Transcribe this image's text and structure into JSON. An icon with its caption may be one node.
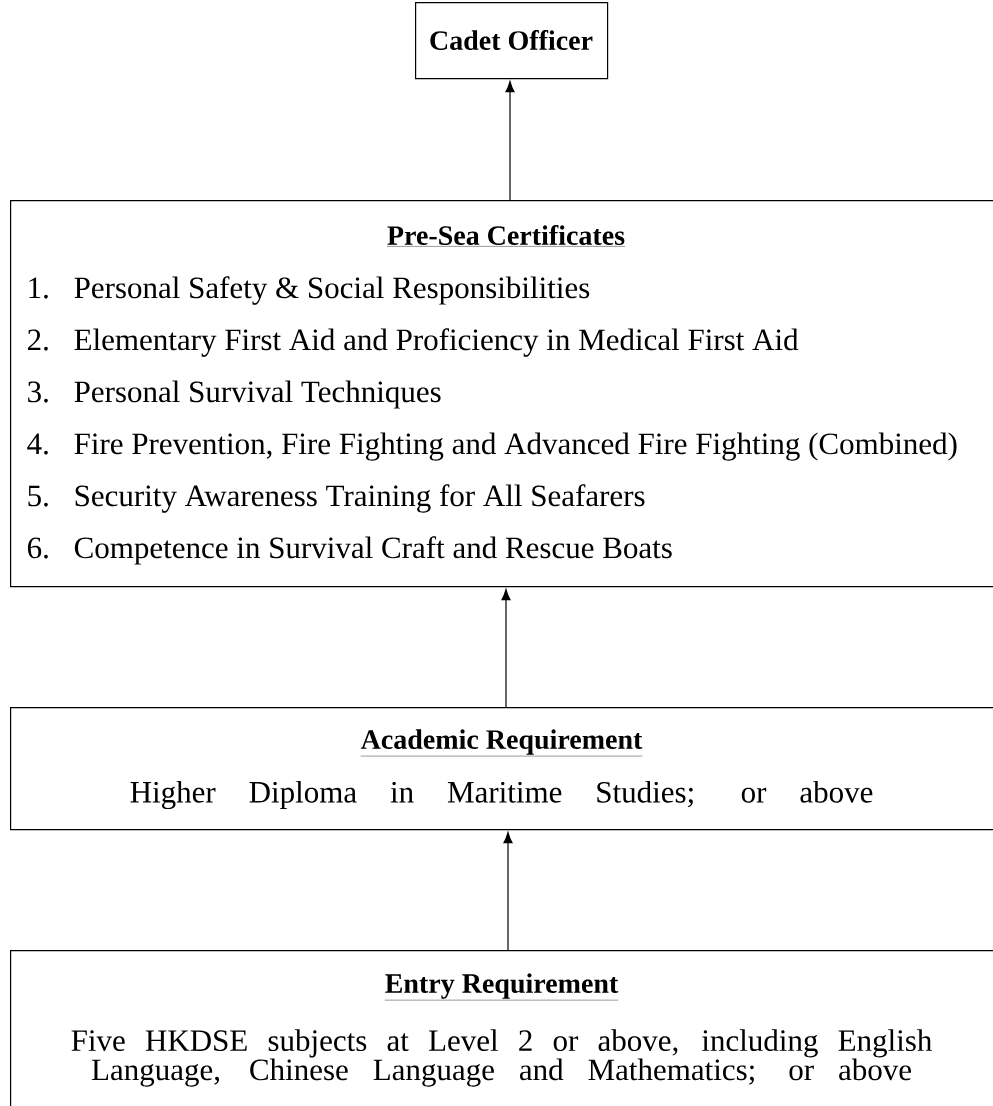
{
  "diagram": {
    "nodes": [
      {
        "text": [
          "Cadet Officer"
        ]
      },
      {
        "text": [
          "Pre-Sea Certificates",
          "1.",
          "Personal Safety & Social Responsibilities",
          "2.",
          "Elementary First Aid and Proficiency in Medical First Aid",
          "3.",
          "Personal Survival Techniques",
          "4.",
          "Fire Prevention, Fire Fighting and Advanced Fire Fighting (Combined)",
          "5.",
          "Security Awareness Training for All Seafarers",
          "6.",
          "Competence in Survival Craft and Rescue Boats"
        ]
      },
      {
        "text": [
          "Academic Requirement",
          "Higher Diploma in Maritime Studies; or above"
        ]
      },
      {
        "text": [
          "Entry Requirement",
          "Five HKDSE subjects at Level 2 or above, including English Language, Chinese Language and Mathematics; or above"
        ]
      }
    ],
    "edges": [
      {
        "from": 1,
        "to": 0,
        "arrow": "to"
      },
      {
        "from": 2,
        "to": 1,
        "arrow": "to"
      },
      {
        "from": 3,
        "to": 2,
        "arrow": "to"
      }
    ]
  }
}
